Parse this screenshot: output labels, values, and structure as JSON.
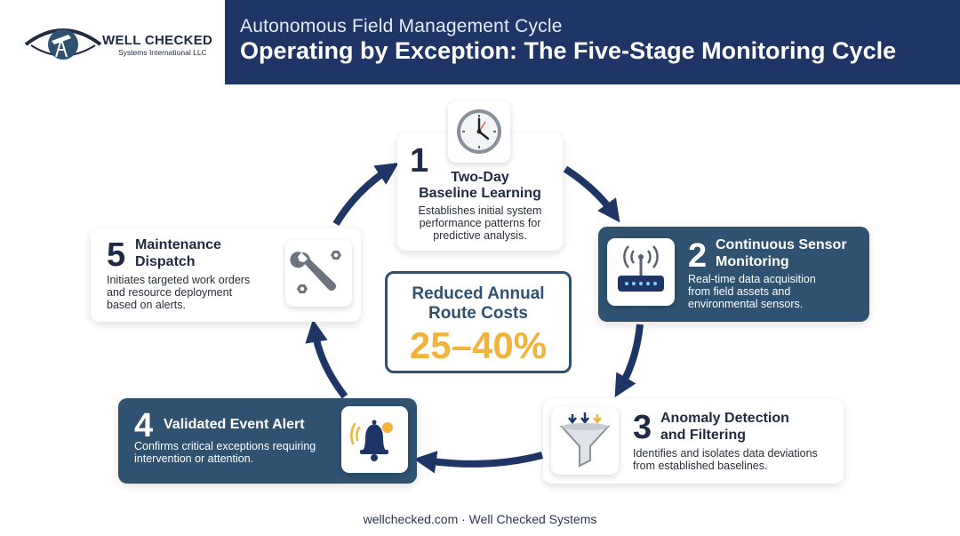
{
  "brand": {
    "name": "WELL CHECKED",
    "tagline": "Systems International LLC",
    "colors": {
      "navy": "#1f3566",
      "teal": "#2e5270",
      "gold": "#f2b33d"
    }
  },
  "header": {
    "subtitle": "Autonomous Field Management Cycle",
    "title": "Operating by Exception: The Five-Stage Monitoring Cycle"
  },
  "stages": [
    {
      "number": "1",
      "title_line1": "Two-Day",
      "title_line2": "Baseline Learning",
      "description_lines": [
        "Establishes initial system",
        "performance patterns for",
        "predictive analysis."
      ],
      "icon": "clock-icon",
      "style": "light"
    },
    {
      "number": "2",
      "title_line1": "Continuous Sensor",
      "title_line2": "Monitoring",
      "description_lines": [
        "Real-time data acquisition",
        "from field assets and",
        "environmental sensors."
      ],
      "icon": "router-icon",
      "style": "dark"
    },
    {
      "number": "3",
      "title_line1": "Anomaly Detection",
      "title_line2": "and Filtering",
      "description_lines": [
        "Identifies and isolates data deviations",
        "from established baselines."
      ],
      "icon": "funnel-icon",
      "style": "light"
    },
    {
      "number": "4",
      "title_line1": "Validated Event Alert",
      "title_line2": "",
      "description_lines": [
        "Confirms critical exceptions requiring",
        "intervention or attention."
      ],
      "icon": "bell-icon",
      "style": "dark"
    },
    {
      "number": "5",
      "title_line1": "Maintenance",
      "title_line2": "Dispatch",
      "description_lines": [
        "Initiates targeted work orders",
        "and resource deployment",
        "based on alerts."
      ],
      "icon": "wrench-icon",
      "style": "light"
    }
  ],
  "center": {
    "label_line1": "Reduced Annual",
    "label_line2": "Route Costs",
    "value": "25–40%"
  },
  "footer": {
    "text": "wellchecked.com · Well Checked Systems"
  }
}
